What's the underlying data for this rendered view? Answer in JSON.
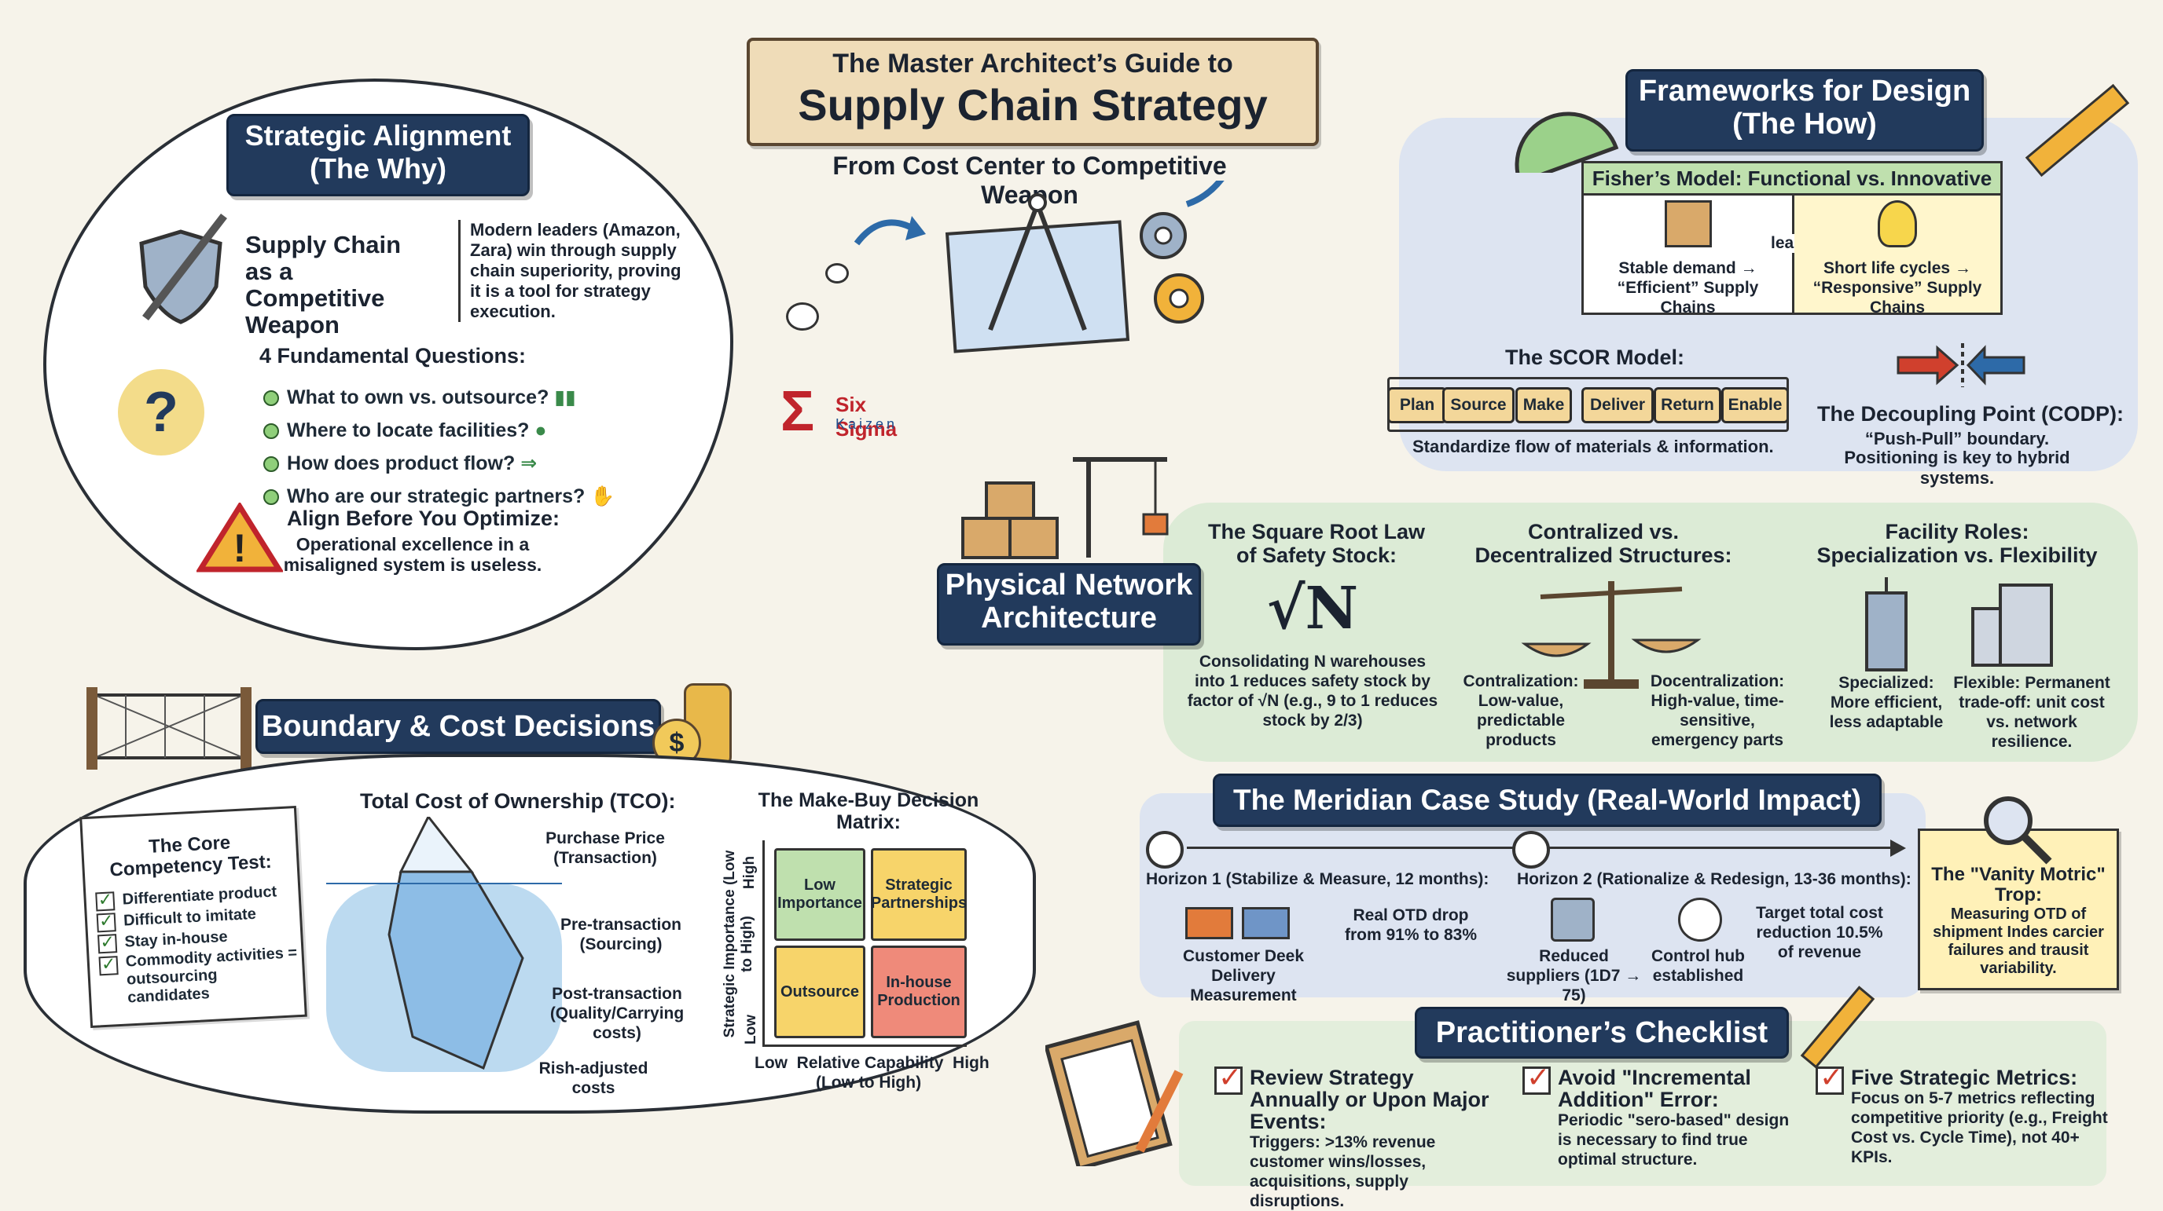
{
  "header": {
    "title_line1": "The Master Architect’s Guide to",
    "title_line2": "Supply Chain Strategy",
    "subtitle": "From Cost Center to Competitive Weapon"
  },
  "logo": {
    "line1": "Six Sigma",
    "line2": "Kaizen"
  },
  "alignment": {
    "banner_line1": "Strategic Alignment",
    "banner_line2": "(The Why)",
    "weapon_title": "Supply Chain as a Competitive Weapon",
    "weapon_text": "Modern leaders (Amazon, Zara) win through supply chain superiority, proving it is a tool for strategy execution.",
    "questions_title": "4 Fundamental Questions:",
    "questions": [
      "What to own vs. outsource?",
      "Where to locate facilities?",
      "How does product flow?",
      "Who are our strategic partners?"
    ],
    "warning_title": "Align Before You Optimize:",
    "warning_text": "Operational excellence in a misaligned system is useless."
  },
  "frameworks": {
    "banner_line1": "Frameworks for Design",
    "banner_line2": "(The How)",
    "fisher_title": "Fisher’s Model: Functional vs. Innovative",
    "fisher_left": "Stable demand → “Efficient” Supply Chains",
    "fisher_mid": "leads to",
    "fisher_right": "Short life cycles → “Responsive” Supply Chains",
    "scor_title": "The SCOR Model:",
    "scor_steps": [
      "Plan",
      "Source",
      "Make",
      "Deliver",
      "Return",
      "Enable"
    ],
    "scor_caption": "Standardize flow of materials & information.",
    "codp_title": "The Decoupling Point (CODP):",
    "codp_text1": "“Push-Pull” boundary.",
    "codp_text2": "Positioning is key to hybrid systems."
  },
  "network": {
    "banner_line1": "Physical Network",
    "banner_line2": "Architecture",
    "sqrt_title": "The Square Root Law of Safety Stock:",
    "sqrt_symbol": "√N",
    "sqrt_text": "Consolidating N warehouses into 1 reduces safety stock by factor of √N (e.g., 9 to 1 reduces stock by 2/3)",
    "central_title": "Contralized vs. Decentralized Structures:",
    "central_left": "Contralization: Low-value, predictable products",
    "central_right": "Docentralization: High-value, time-sensitive, emergency parts",
    "facility_title": "Facility Roles: Specialization vs. Flexibility",
    "facility_left": "Specialized: More efficient, less adaptable",
    "facility_right": "Flexible: Permanent trade-off: unit cost vs. network resilience."
  },
  "boundary": {
    "banner": "Boundary & Cost Decisions",
    "core_title": "The Core Competency Test:",
    "core_items": [
      "Differentiate product",
      "Difficult to imitate",
      "Stay in-house",
      "Commodity activities = outsourcing candidates"
    ],
    "tco_title": "Total Cost of Ownership (TCO):",
    "tco_labels": [
      "Purchase Price (Transaction)",
      "Pre-transaction (Sourcing)",
      "Post-transaction (Quality/Carrying costs)",
      "Rish-adjusted costs"
    ],
    "matrix_title": "The Make-Buy Decision Matrix:",
    "matrix_cells": [
      "Low Importance",
      "Strategic Partnerships",
      "Outsource",
      "In-house Production"
    ],
    "y_axis": "Strategic Importance (Low to High)",
    "y_low": "Low",
    "y_high": "High",
    "x_axis": "Low  Relative Capability  High",
    "x_sub": "(Low to High)"
  },
  "case": {
    "banner": "The Meridian Case Study (Real-World Impact)",
    "h1_title": "Horizon 1 (Stabilize & Measure, 12 months):",
    "h1_icon_label": "Customer Deek Delivery Measurement",
    "h1_stat": "Real OTD drop from 91% to 83%",
    "h2_title": "Horizon 2 (Rationalize & Redesign, 13-36 months):",
    "h2_a": "Reduced suppliers (1D7 → 75)",
    "h2_b": "Control hub established",
    "h2_c": "Target total cost reduction 10.5% of revenue",
    "vanity_title": "The \"Vanity Motric\" Trop:",
    "vanity_text": "Measuring OTD of shipment Indes carcier failures and trausit variability."
  },
  "checklist": {
    "banner": "Practitioner’s Checklist",
    "items": [
      {
        "title": "Review Strategy Annually or Upon Major Events:",
        "text": "Triggers: >13% revenue customer wins/losses, acquisitions, supply disruptions."
      },
      {
        "title": "Avoid \"Incremental Addition\" Error:",
        "text": "Periodic \"sero-based\" design is necessary to find true optimal structure."
      },
      {
        "title": "Five Strategic Metrics:",
        "text": "Focus on 5-7 metrics reflecting competitive priority (e.g., Freight Cost vs. Cycle Time), not 40+ KPIs."
      }
    ]
  },
  "colors": {
    "navy": "#223a5c",
    "green_tint": "#dcebd6",
    "blue_tint": "#dde4f1",
    "yellow": "#fff1b8",
    "red": "#d0402d"
  }
}
